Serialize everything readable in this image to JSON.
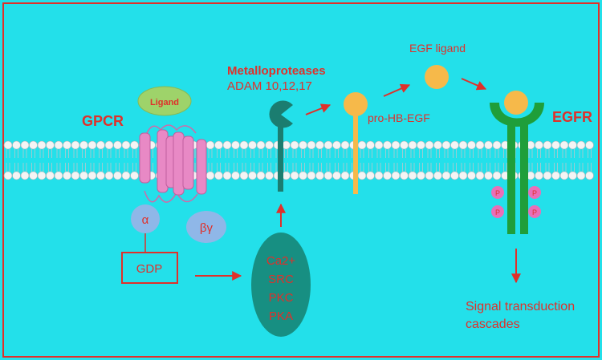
{
  "labels": {
    "gpcr": "GPCR",
    "ligand": "Ligand",
    "alpha": "α",
    "beta_gamma": "βγ",
    "gdp": "GDP",
    "metalloproteases": "Metalloproteases",
    "adam": "ADAM 10,12,17",
    "egf_ligand": "EGF ligand",
    "pro_hb_egf": "pro-HB-EGF",
    "egfr": "EGFR",
    "phospho": "P",
    "signal_line1": "Signal transduction",
    "signal_line2": "cascades",
    "ellipse_lines": [
      "Ca2+",
      "SRC",
      "PKC",
      "PKA"
    ]
  },
  "colors": {
    "background": "#23e0ea",
    "border": "#e0302a",
    "text_red": "#e0302a",
    "membrane": "#f4f4f4",
    "gpcr": "#e889c5",
    "ligand": "#9ed36a",
    "subunit": "#8fb7e8",
    "metalloprotease": "#1b7d70",
    "egf": "#f6b94a",
    "egfr": "#1f9e3a",
    "ellipse": "#178f82",
    "phospho": "#e86fb8"
  }
}
